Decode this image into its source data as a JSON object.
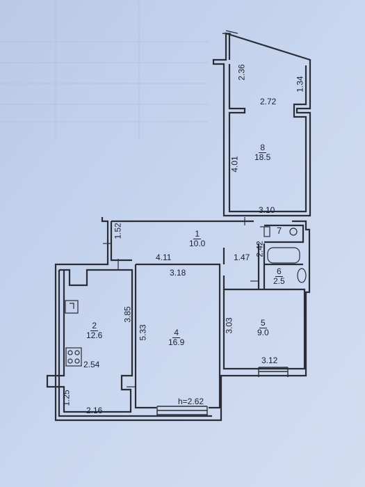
{
  "rooms": {
    "1": {
      "number": "1",
      "area": "10.0"
    },
    "2": {
      "number": "2",
      "area": "12.6"
    },
    "4": {
      "number": "4",
      "area": "16.9"
    },
    "5": {
      "number": "5",
      "area": "9.0"
    },
    "6": {
      "number": "6",
      "area": "2.5"
    },
    "7": {
      "number": "7"
    },
    "8": {
      "number": "8",
      "area": "18.5"
    }
  },
  "dimensions": {
    "d_2_36": "2.36",
    "d_1_34": "1.34",
    "d_2_72": "2.72",
    "d_4_01": "4.01",
    "d_3_10": "3.10",
    "d_1_52": "1.52",
    "d_4_11": "4.11",
    "d_3_18": "3.18",
    "d_1_47": "1.47",
    "d_2_42": "2.42",
    "d_3_85": "3.85",
    "d_5_33": "5.33",
    "d_3_03": "3.03",
    "d_2_54": "2.54",
    "d_1_25": "1.25",
    "d_2_16": "2.16",
    "h_2_62": "h=2.62",
    "d_3_12": "3.12"
  }
}
